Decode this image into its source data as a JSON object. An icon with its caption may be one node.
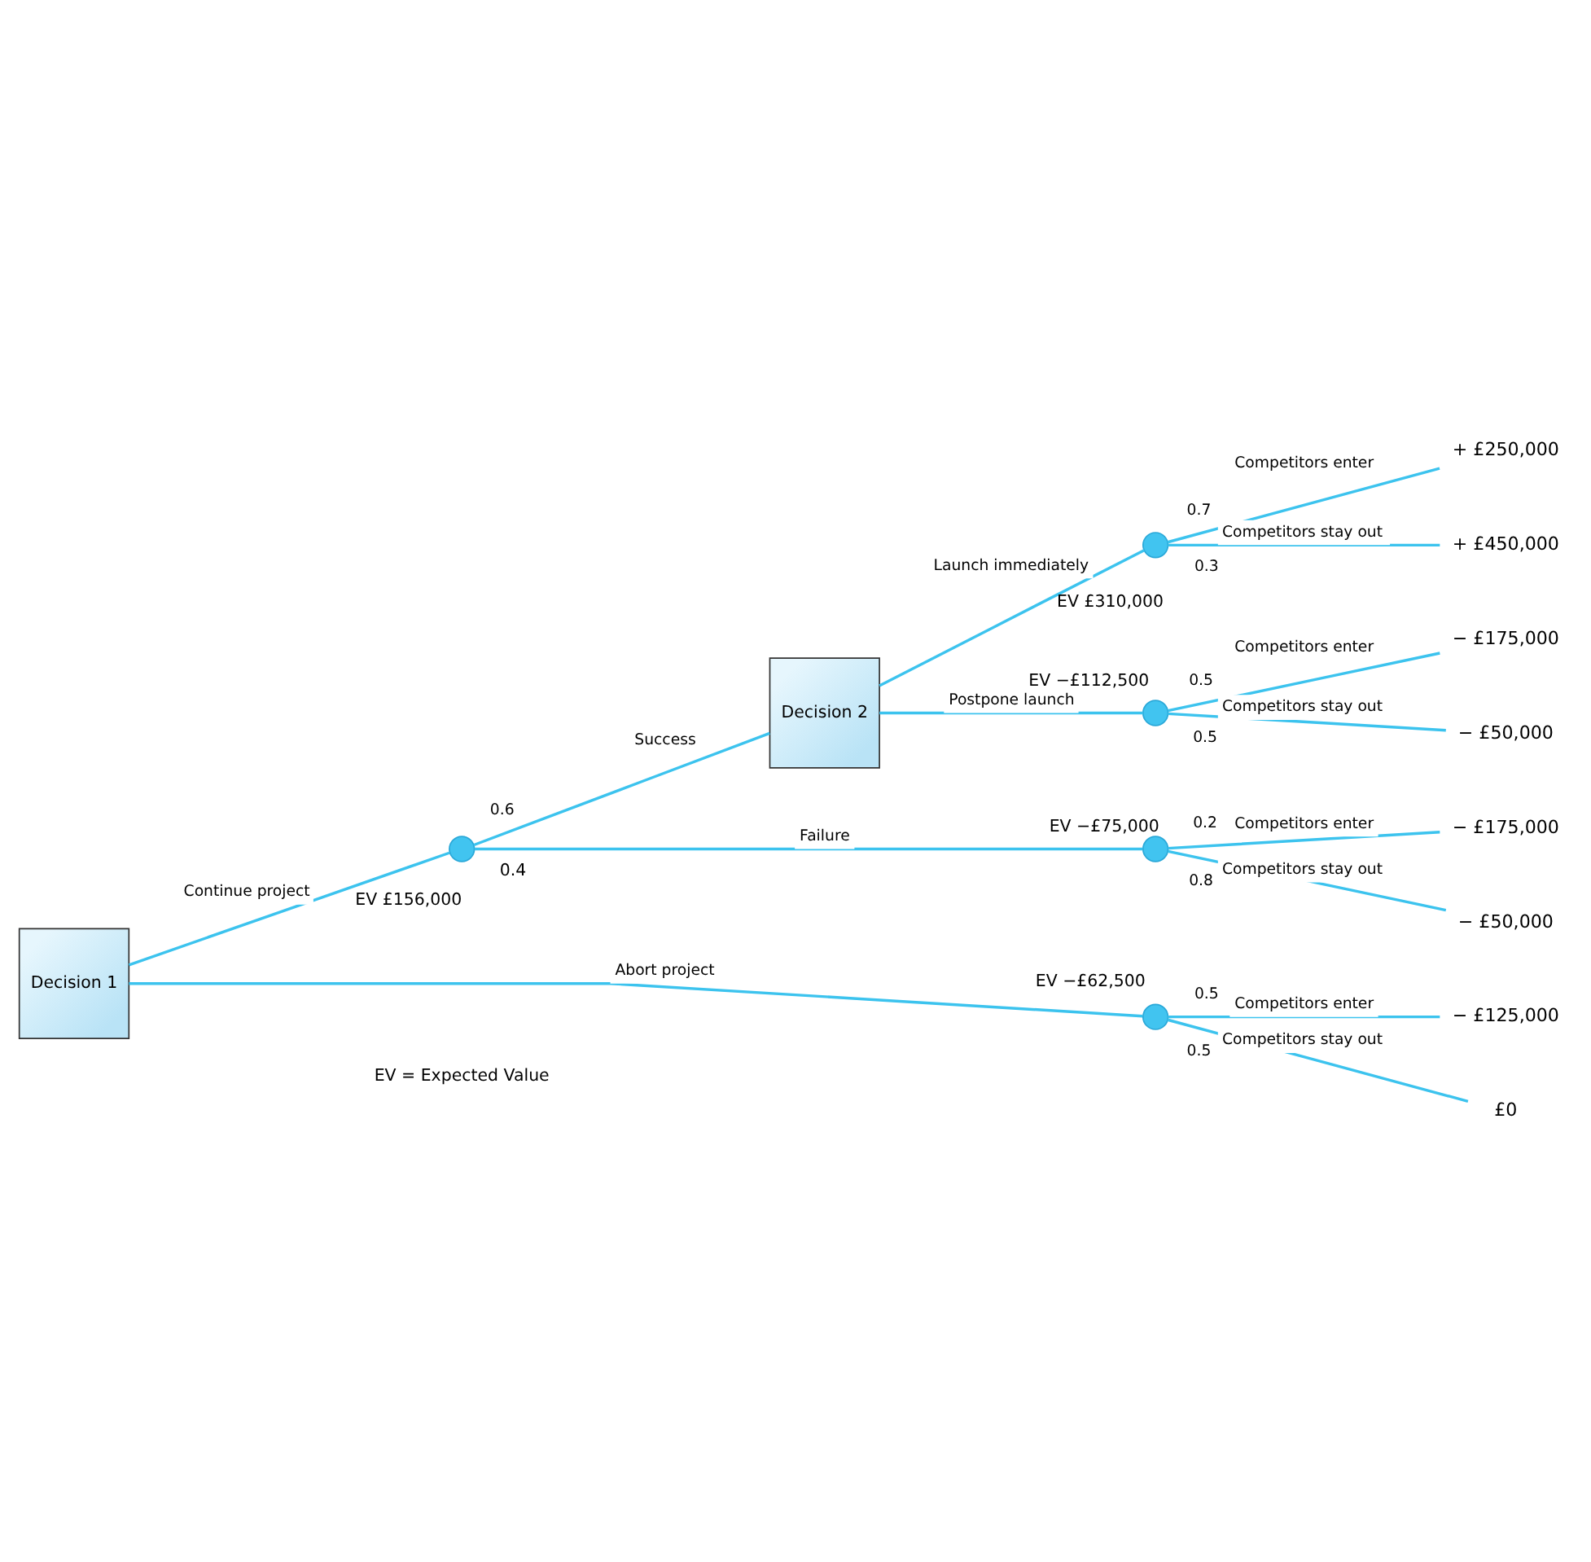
{
  "diagram": {
    "nodes": [
      {
        "text": [
          "Decision 1"
        ]
      },
      {
        "text": [],
        "shape": "circle",
        "beside": [
          "EV £156,000"
        ]
      },
      {
        "text": [
          "Decision 2"
        ]
      },
      {
        "text": [],
        "shape": "circle",
        "beside": [
          "EV £310,000"
        ]
      },
      {
        "text": [],
        "shape": "circle",
        "beside": [
          "EV −£112,500"
        ]
      },
      {
        "text": [],
        "shape": "circle",
        "beside": [
          "EV −£75,000"
        ]
      },
      {
        "text": [],
        "shape": "circle",
        "beside": [
          "EV −£62,500"
        ]
      },
      {
        "text": [
          "+ £250,000"
        ]
      },
      {
        "text": [
          "+ £450,000"
        ]
      },
      {
        "text": [
          "− £175,000"
        ]
      },
      {
        "text": [
          "− £50,000"
        ]
      },
      {
        "text": [
          "− £175,000"
        ]
      },
      {
        "text": [
          "− £50,000"
        ]
      },
      {
        "text": [
          "− £125,000"
        ]
      },
      {
        "text": [
          "£0"
        ]
      }
    ],
    "edges": [
      {
        "from": 0,
        "to": 1,
        "arrow": "none",
        "label": "Continue project"
      },
      {
        "from": 0,
        "to": 6,
        "arrow": "none",
        "label": "Abort project"
      },
      {
        "from": 1,
        "to": 2,
        "arrow": "none",
        "label": "Success"
      },
      {
        "from": 1,
        "to": 5,
        "arrow": "none",
        "label": "Failure"
      },
      {
        "from": 2,
        "to": 3,
        "arrow": "none",
        "label": "Launch immediately"
      },
      {
        "from": 2,
        "to": 4,
        "arrow": "none",
        "label": "Postpone launch"
      },
      {
        "from": 3,
        "to": 7,
        "arrow": "none",
        "label": "Competitors enter"
      },
      {
        "from": 3,
        "to": 8,
        "arrow": "none",
        "label": "Competitors stay out"
      },
      {
        "from": 4,
        "to": 9,
        "arrow": "none",
        "label": "Competitors enter"
      },
      {
        "from": 4,
        "to": 10,
        "arrow": "none",
        "label": "Competitors stay out"
      },
      {
        "from": 5,
        "to": 11,
        "arrow": "none",
        "label": "Competitors enter"
      },
      {
        "from": 5,
        "to": 12,
        "arrow": "none",
        "label": "Competitors stay out"
      },
      {
        "from": 6,
        "to": 13,
        "arrow": "none",
        "label": "Competitors enter"
      },
      {
        "from": 6,
        "to": 14,
        "arrow": "none",
        "label": "Competitors stay out"
      }
    ],
    "labels": [
      "0.6",
      "0.4",
      "0.7",
      "0.3",
      "0.5",
      "0.5",
      "0.2",
      "0.8",
      "0.5",
      "0.5",
      "EV = Expected Value"
    ]
  }
}
